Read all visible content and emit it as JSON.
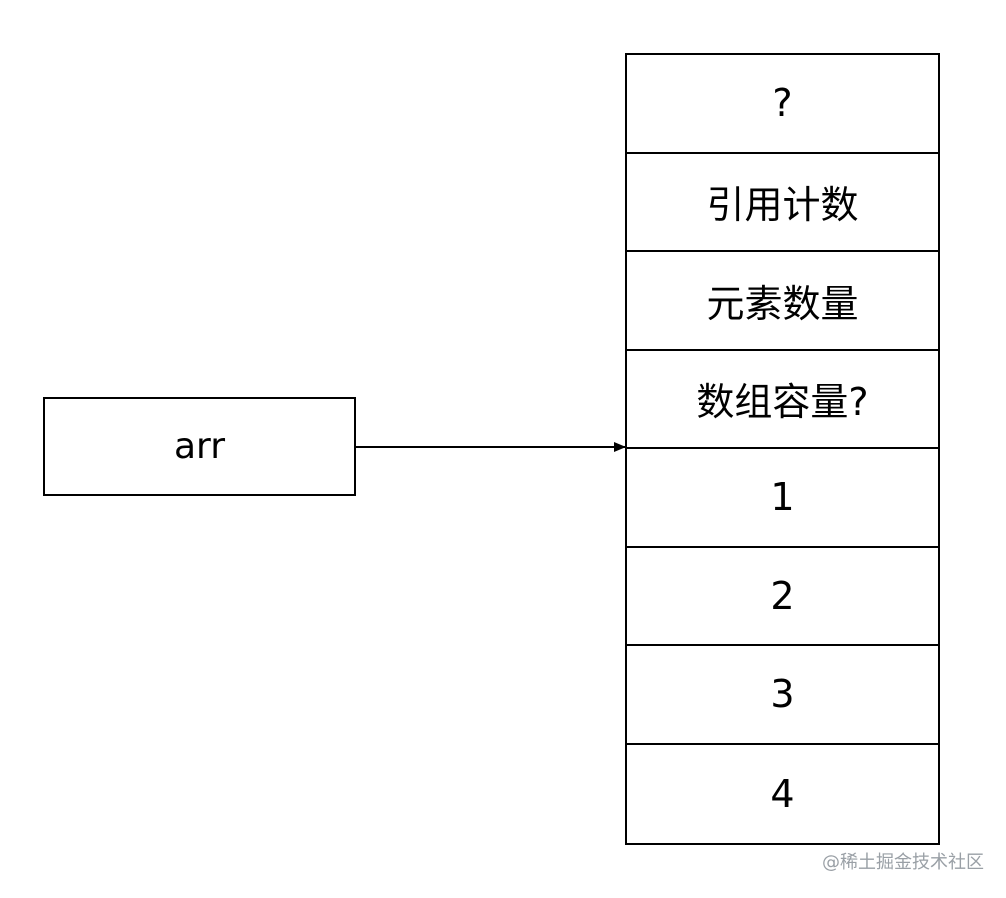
{
  "pointer": {
    "label": "arr"
  },
  "cells": [
    {
      "text": "?"
    },
    {
      "text": "引用计数"
    },
    {
      "text": "元素数量"
    },
    {
      "text": "数组容量?"
    },
    {
      "text": "1"
    },
    {
      "text": "2"
    },
    {
      "text": "3"
    },
    {
      "text": "4"
    }
  ],
  "watermark": "@稀土掘金技术社区"
}
